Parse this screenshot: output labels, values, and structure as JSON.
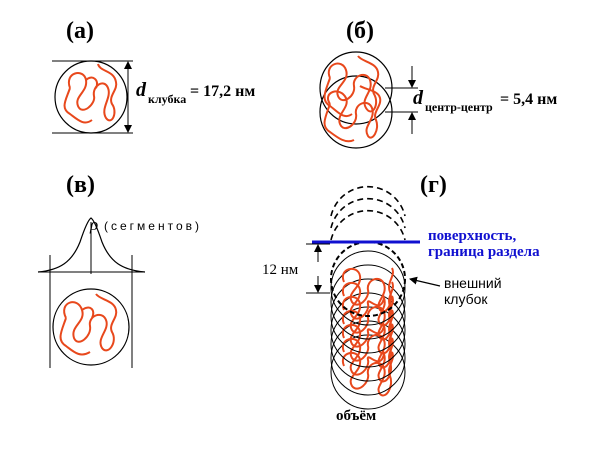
{
  "colors": {
    "coil": "#e8481c",
    "line": "#000000",
    "surface": "#1010d0",
    "background": "#ffffff"
  },
  "panel_a": {
    "label": "(а)",
    "dimension_symbol": "d",
    "dimension_subscript": "клубка",
    "dimension_value": "= 17,2 нм"
  },
  "panel_b": {
    "label": "(б)",
    "dimension_symbol": "d",
    "dimension_subscript": "центр-центр",
    "dimension_value": "= 5,4 нм"
  },
  "panel_v": {
    "label": "(в)",
    "rho_symbol": "ρ",
    "rho_text": "(сегментов)"
  },
  "panel_g": {
    "label": "(г)",
    "surface_label_line1": "поверхность,",
    "surface_label_line2": "граница раздела",
    "thickness_label": "12 нм",
    "outer_coil_line1": "внешний",
    "outer_coil_line2": "клубок",
    "bulk_label": "объём"
  }
}
